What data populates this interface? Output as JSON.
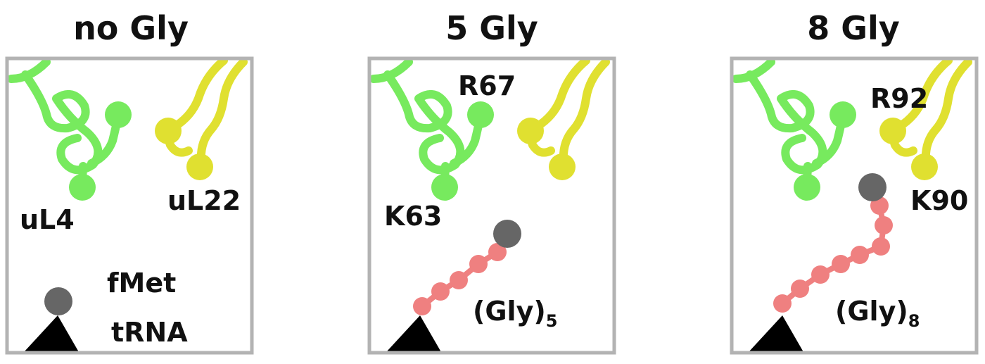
{
  "colors": {
    "uL4": "#77ea5e",
    "uL22": "#e0e030",
    "glycine": "#ef8080",
    "fMet": "#666666",
    "tRNA": "#000000",
    "frame": "#b3b3b3"
  },
  "panels": [
    {
      "title": "no Gly",
      "glycines": 0,
      "labels": {
        "protein_green": "uL4",
        "protein_yellow": "uL22",
        "fmet": "fMet",
        "trna": "tRNA"
      }
    },
    {
      "title": "5 Gly",
      "glycines": 5,
      "labels": {
        "residue_top": "R67",
        "residue_bottom": "K63",
        "chain_main": "(Gly)",
        "chain_sub": "5"
      }
    },
    {
      "title": "8 Gly",
      "glycines": 8,
      "labels": {
        "residue_top": "R92",
        "residue_bottom": "K90",
        "chain_main": "(Gly)",
        "chain_sub": "8"
      }
    }
  ]
}
